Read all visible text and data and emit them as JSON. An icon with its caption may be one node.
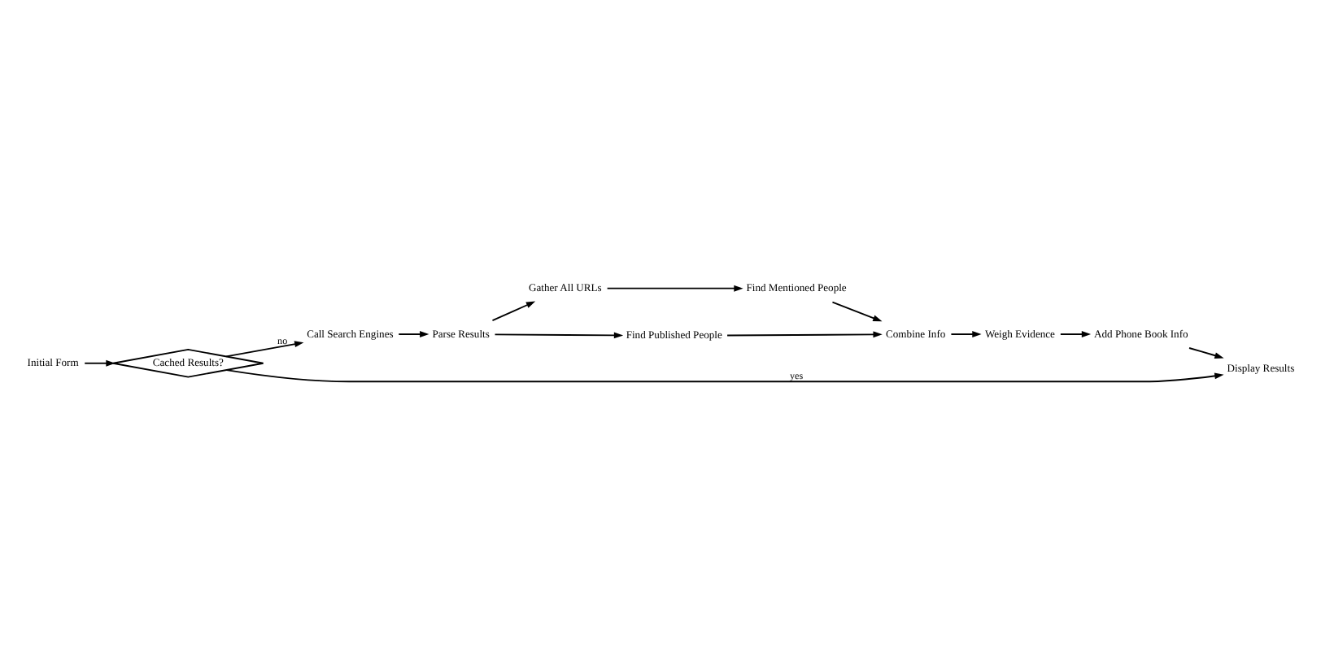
{
  "diagram": {
    "nodes": [
      {
        "text": [
          "Initial Form"
        ]
      },
      {
        "text": [
          "Cached Results?"
        ]
      },
      {
        "text": [
          "Call Search Engines"
        ]
      },
      {
        "text": [
          "Parse Results"
        ]
      },
      {
        "text": [
          "Gather All URLs"
        ]
      },
      {
        "text": [
          "Find Mentioned People"
        ]
      },
      {
        "text": [
          "Find Published People"
        ]
      },
      {
        "text": [
          "Combine Info"
        ]
      },
      {
        "text": [
          "Weigh Evidence"
        ]
      },
      {
        "text": [
          "Add Phone Book Info"
        ]
      },
      {
        "text": [
          "Display Results"
        ]
      }
    ],
    "edges": [
      {
        "from": 0,
        "to": 1,
        "arrow": "to"
      },
      {
        "from": 1,
        "to": 2,
        "arrow": "to",
        "label": "no"
      },
      {
        "from": 1,
        "to": 10,
        "arrow": "to",
        "label": "yes"
      },
      {
        "from": 2,
        "to": 3,
        "arrow": "to"
      },
      {
        "from": 3,
        "to": 4,
        "arrow": "to"
      },
      {
        "from": 3,
        "to": 6,
        "arrow": "to"
      },
      {
        "from": 4,
        "to": 5,
        "arrow": "to"
      },
      {
        "from": 5,
        "to": 7,
        "arrow": "to"
      },
      {
        "from": 6,
        "to": 7,
        "arrow": "to"
      },
      {
        "from": 7,
        "to": 8,
        "arrow": "to"
      },
      {
        "from": 8,
        "to": 9,
        "arrow": "to"
      },
      {
        "from": 9,
        "to": 10,
        "arrow": "to"
      }
    ]
  }
}
